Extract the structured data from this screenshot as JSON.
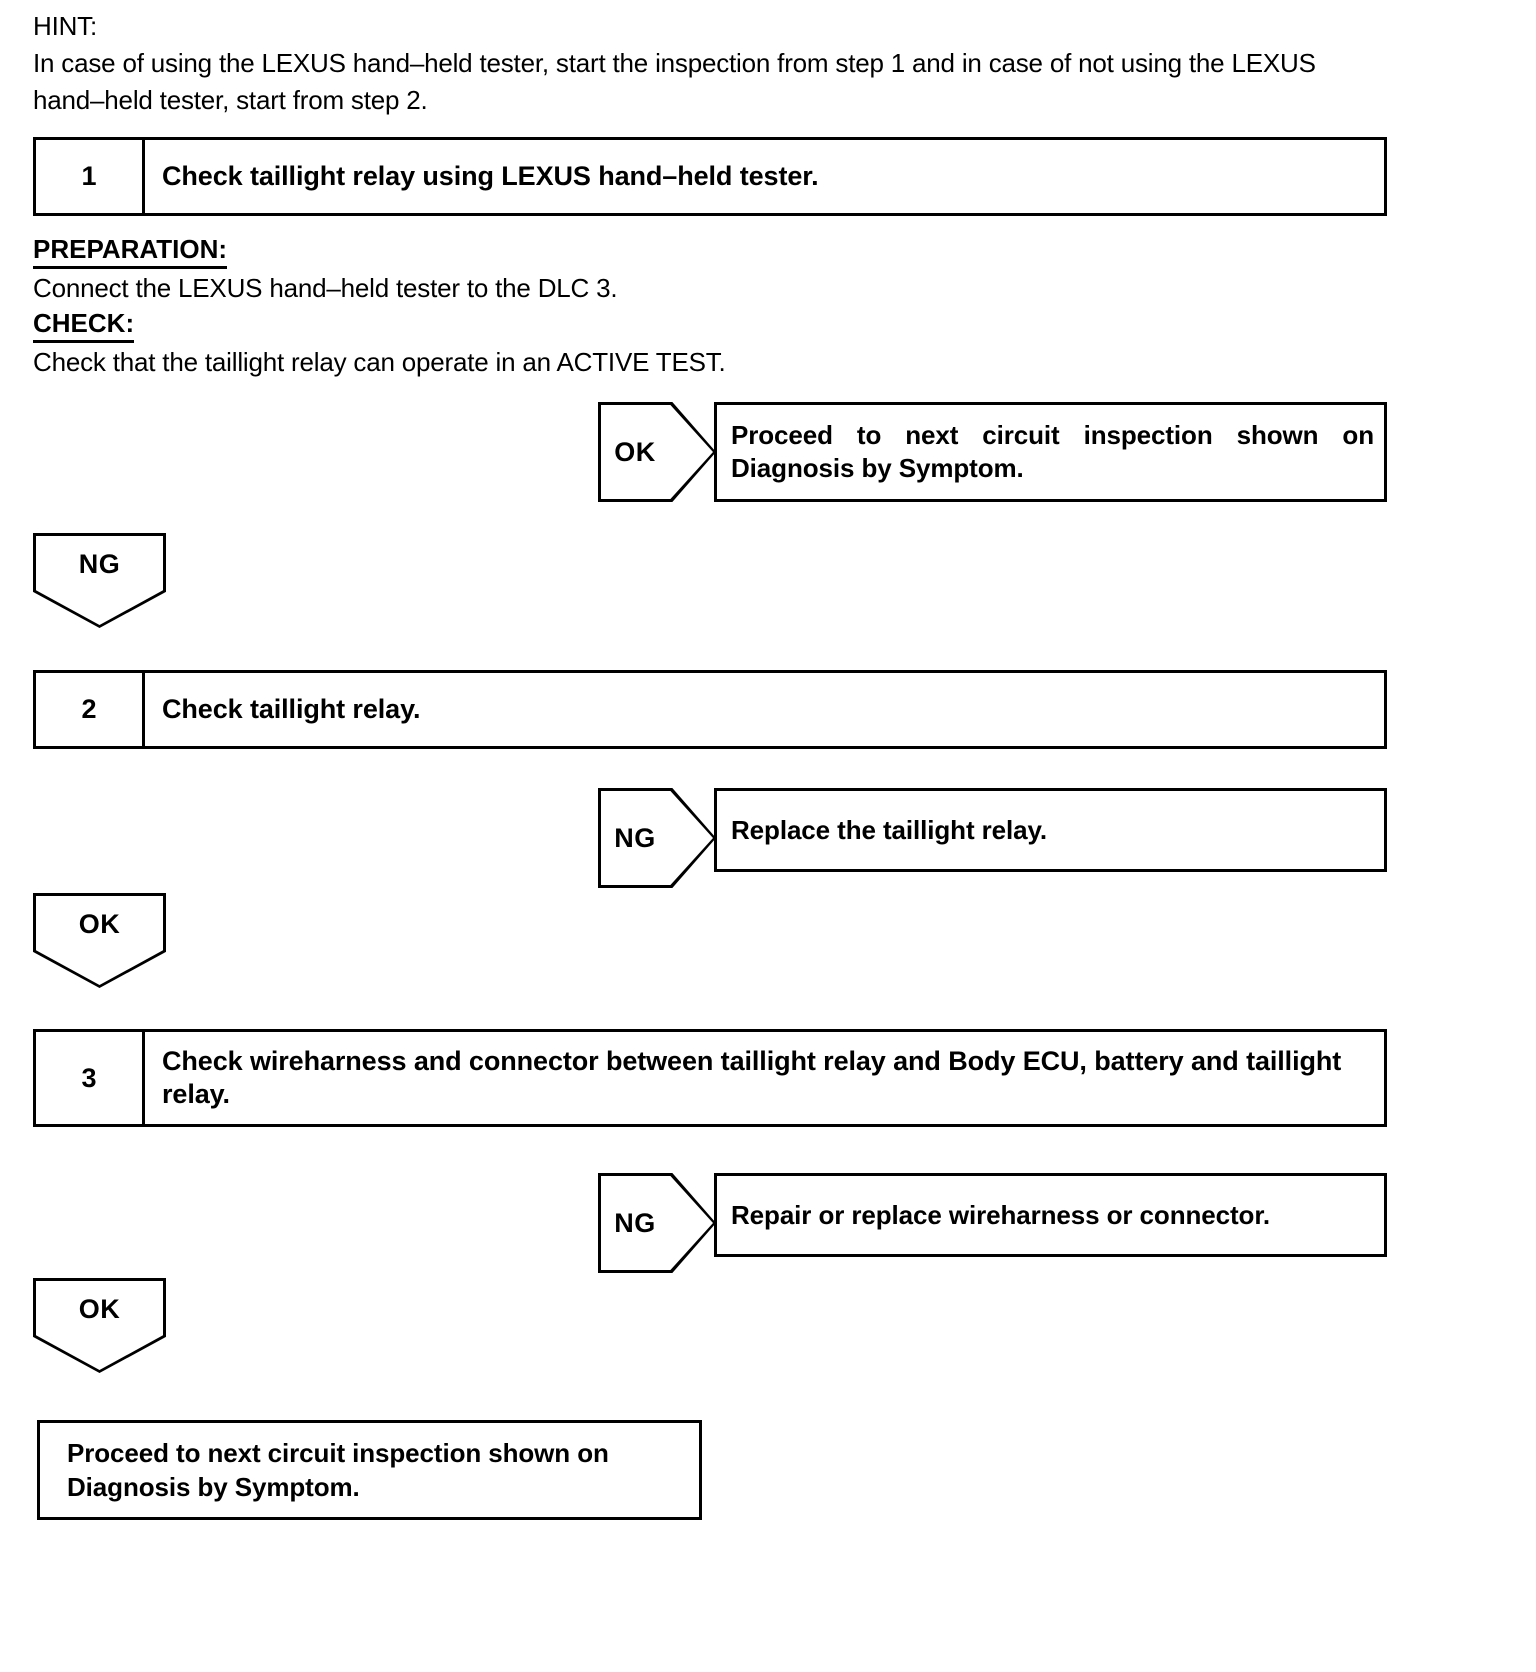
{
  "document": {
    "type": "troubleshooting-flowchart",
    "hint": {
      "label": "HINT:",
      "body": "In case of using the LEXUS hand–held tester, start the inspection from step 1 and in case of not using the LEXUS hand–held tester, start from step 2."
    },
    "steps": [
      {
        "number": "1",
        "title": "Check taillight relay using LEXUS hand–held tester.",
        "details": [
          {
            "heading": "PREPARATION:",
            "text": "Connect the LEXUS hand–held tester to the DLC 3."
          },
          {
            "heading": "CHECK:",
            "text": "Check that the taillight relay can operate in an ACTIVE TEST."
          }
        ],
        "branch": {
          "label": "OK",
          "result": "Proceed to next circuit inspection shown on Diagnosis by Symptom."
        },
        "continue": {
          "label": "NG"
        }
      },
      {
        "number": "2",
        "title": "Check taillight relay.",
        "details": [],
        "branch": {
          "label": "NG",
          "result": "Replace the taillight relay."
        },
        "continue": {
          "label": "OK"
        }
      },
      {
        "number": "3",
        "title": "Check wireharness and connector between taillight relay and Body ECU, battery and taillight relay.",
        "details": [],
        "branch": {
          "label": "NG",
          "result": "Repair or replace wireharness or connector."
        },
        "continue": {
          "label": "OK"
        }
      }
    ],
    "conclusion": "Proceed to next circuit inspection shown on Diagnosis by Symptom."
  }
}
